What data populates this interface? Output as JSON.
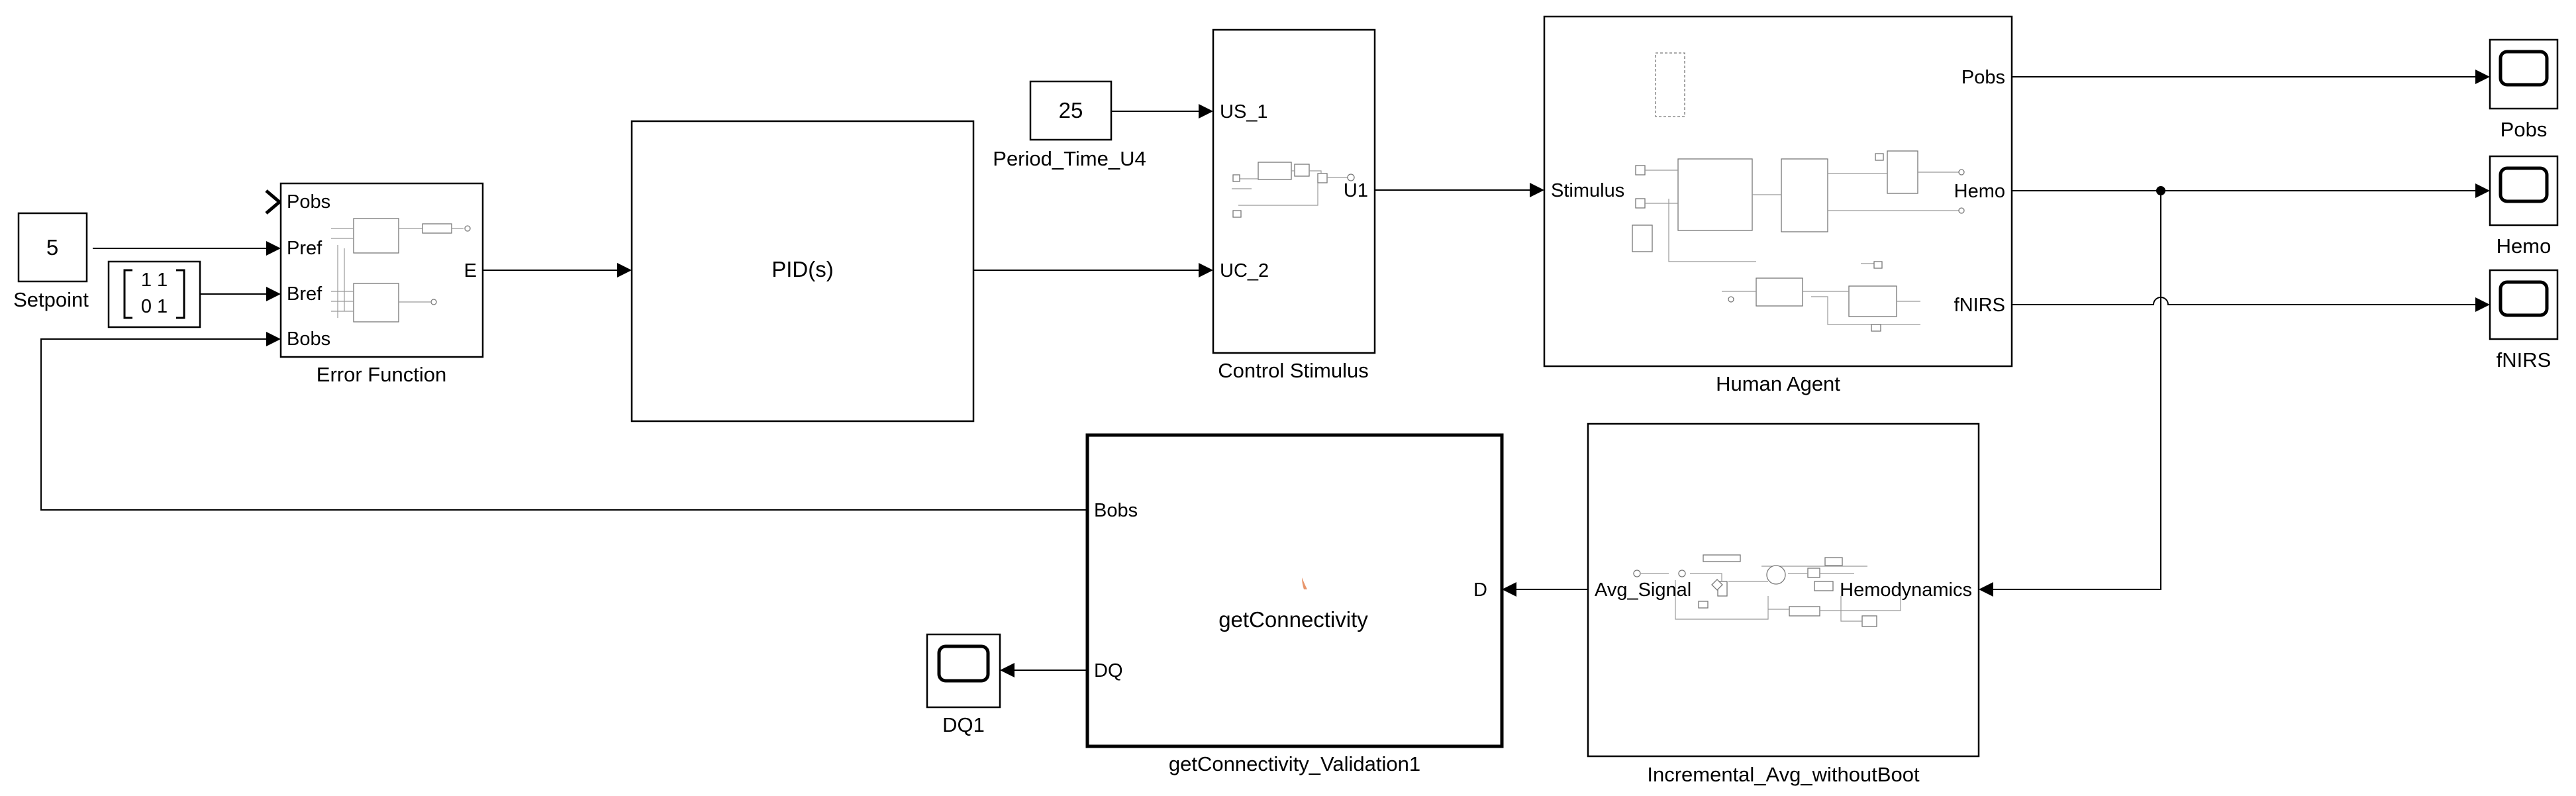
{
  "blocks": {
    "setpoint": {
      "name": "Setpoint",
      "value": "5"
    },
    "matrix": {
      "name": "",
      "row1": "1 1",
      "row2": "0 1"
    },
    "error_function": {
      "name": "Error Function",
      "inputs": [
        "Pobs",
        "Pref",
        "Bref",
        "Bobs"
      ],
      "output": "E"
    },
    "pid": {
      "label": "PID(s)"
    },
    "period_time": {
      "name": "Period_Time_U4",
      "value": "25"
    },
    "control_stimulus": {
      "name": "Control Stimulus",
      "inputs": [
        "US_1",
        "UC_2"
      ],
      "output": "U1"
    },
    "human_agent": {
      "name": "Human Agent",
      "input": "Stimulus",
      "outputs": [
        "Pobs",
        "Hemo",
        "fNIRS"
      ]
    },
    "scopes": [
      {
        "name": "Pobs"
      },
      {
        "name": "Hemo"
      },
      {
        "name": "fNIRS"
      },
      {
        "name": "DQ1"
      }
    ],
    "get_connectivity": {
      "name": "getConnectivity_Validation1",
      "label": "getConnectivity",
      "inputs": [
        "Bobs",
        "DQ"
      ],
      "output": "D"
    },
    "incremental_avg": {
      "name": "Incremental_Avg_withoutBoot",
      "output": "Avg_Signal",
      "input": "Hemodynamics"
    }
  },
  "colors": {
    "line": "#000000",
    "background": "#ffffff",
    "mini_block": "#777777",
    "marker": "#e8956b"
  }
}
